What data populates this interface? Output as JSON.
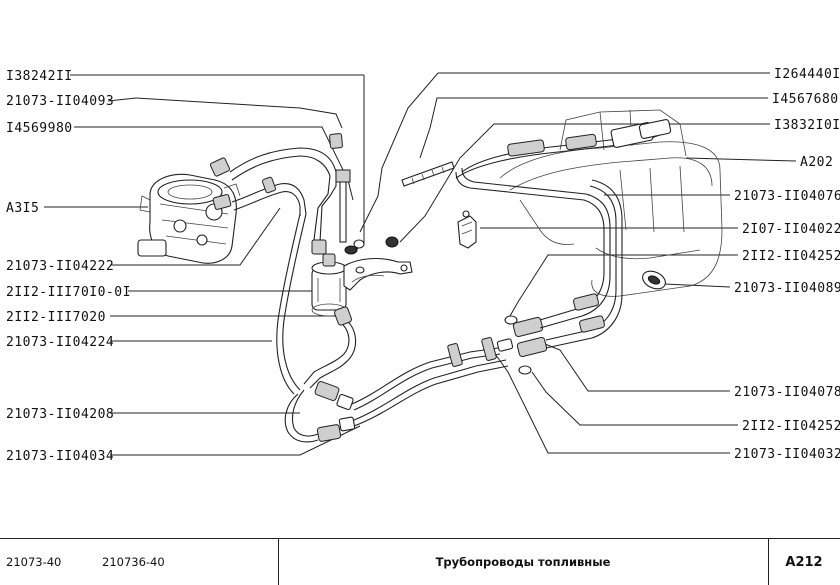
{
  "labels_left": [
    "I38242II",
    "21073-II04093",
    "I4569980",
    "A3I5",
    "21073-II04222",
    "2II2-III70I0-0I",
    "2II2-III7020",
    "21073-II04224",
    "21073-II04208",
    "21073-II04034"
  ],
  "labels_right": [
    "I264440I",
    "I4567680",
    "I3832I0I",
    "A202",
    "21073-II04076",
    "2I07-II04022",
    "2II2-II04252",
    "21073-II04089",
    "21073-II04078",
    "2II2-II04252",
    "21073-II04032"
  ],
  "footer": {
    "model1": "21073-40",
    "model2": "210736-40",
    "title": "Трубопроводы топливные",
    "page": "A212"
  }
}
